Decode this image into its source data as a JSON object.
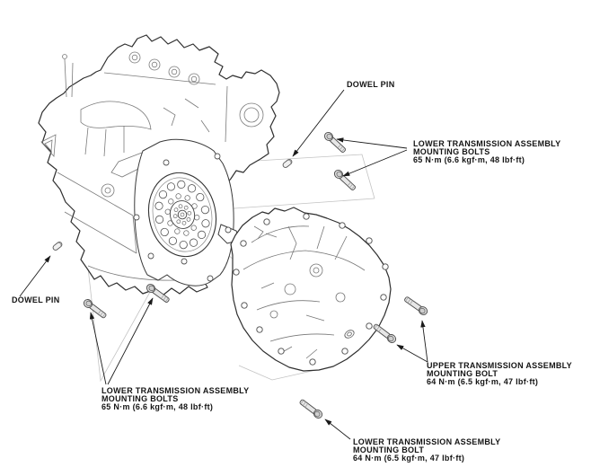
{
  "figure": {
    "title": "transmission-to-engine exploded view",
    "colors": {
      "background": "#ffffff",
      "outline_ink": "#2f2f2f",
      "detail_ink": "#7a7a7a",
      "faint_guide": "#c3c3c3",
      "text": "#141414",
      "bolt_fill": "#e6e6e6"
    },
    "callouts": {
      "dowel_top": "DOWEL PIN",
      "dowel_left": "DOWEL PIN",
      "bolts_right": [
        "LOWER TRANSMISSION ASSEMBLY",
        "MOUNTING BOLTS",
        "65 N·m (6.6 kgf·m, 48 lbf·ft)"
      ],
      "bolts_left": [
        "LOWER TRANSMISSION ASSEMBLY",
        "MOUNTING BOLTS",
        "65 N·m (6.6 kgf·m, 48 lbf·ft)"
      ],
      "bolt_upper": [
        "UPPER TRANSMISSION ASSEMBLY",
        "MOUNTING BOLT",
        "64 N·m (6.5 kgf·m, 47 lbf·ft)"
      ],
      "bolt_lower": [
        "LOWER TRANSMISSION ASSEMBLY",
        "MOUNTING BOLT",
        "64 N·m (6.5 kgf·m, 47 lbf·ft)"
      ]
    }
  }
}
